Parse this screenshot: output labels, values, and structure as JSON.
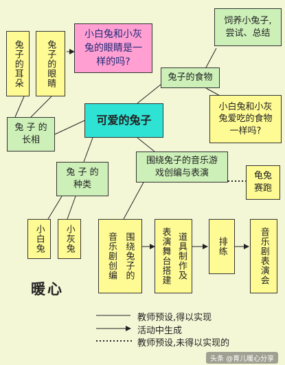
{
  "nodes": {
    "ears": "兔子的耳朵",
    "eyes": "兔子的眼睛",
    "eye_question": "小白兔和小灰\n兔的眼睛是一\n样的吗?",
    "raise": "饲养小兔子,\n尝试、总结",
    "food": "兔子的食物",
    "food_question": "小白兔和小灰\n兔爱吃的食物\n一样吗?",
    "looks": "兔 子 的\n长相",
    "center": "可爱的兔子",
    "kinds": "兔 子 的\n种类",
    "music_game": "围绕兔子的音乐游\n戏创编与表演",
    "race": "龟兔\n赛跑",
    "white_rabbit": "小白兔",
    "gray_rabbit": "小灰兔",
    "drama_col1": "音乐剧创编",
    "drama_col2": "围绕兔子的",
    "dance_col1": "表演舞台搭建",
    "dance_col2": "道具制作及",
    "rehearse": "排练",
    "perform": "音乐剧表演会"
  },
  "signature": "暖心",
  "legend": {
    "solid": "教师预设,得以实现",
    "arrow": "活动中生成",
    "dotted": "教师预设,未得以实现的"
  },
  "watermark": "头条 @育儿暖心分享",
  "colors": {
    "yellow": "#fffb94",
    "green": "#ccf0b8",
    "pink": "#ff9fd2",
    "cyan": "#2fe3d4",
    "background": "#f4f7d6"
  }
}
